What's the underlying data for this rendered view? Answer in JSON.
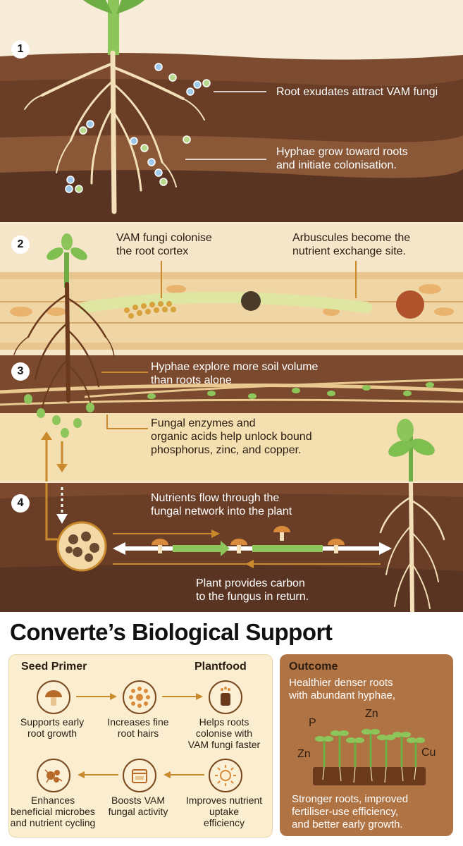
{
  "steps": [
    {
      "number": "1",
      "labels": [
        "Root exudates attract VAM fungi",
        "Hyphae grow toward roots\nand initiate colonisation."
      ]
    },
    {
      "number": "2",
      "labels": [
        "VAM fungi colonise\nthe root cortex",
        "Arbuscules become the\nnutrient exchange site."
      ]
    },
    {
      "number": "3",
      "labels": [
        "Hyphae explore more soil volume\nthan roots alone",
        "Fungal enzymes and\norganic acids help unlock bound\nphosphorus, zinc, and copper."
      ]
    },
    {
      "number": "4",
      "labels": [
        "Nutrients flow through the\nfungal network into the plant",
        "Plant provides carbon\nto the fungus in return."
      ]
    }
  ],
  "support": {
    "title": "Converte’s Biological Support",
    "headers": {
      "seed_primer": "Seed Primer",
      "plantfood": "Plantfood",
      "outcome": "Outcome"
    },
    "items": [
      {
        "icon": "mushroom-icon",
        "caption": "Supports early\nroot growth"
      },
      {
        "icon": "root-hairs-icon",
        "caption": "Increases fine\nroot hairs"
      },
      {
        "icon": "fungi-bag-icon",
        "caption": "Helps roots\ncolonise with\nVAM fungi faster"
      },
      {
        "icon": "microbes-icon",
        "caption": "Enhances\nbeneficial microbes\nand nutrient cycling"
      },
      {
        "icon": "activity-box-icon",
        "caption": "Boosts VAM\nfungal activity"
      },
      {
        "icon": "sun-uptake-icon",
        "caption": "Improves nutrient\nuptake\nefficiency"
      }
    ],
    "outcome": {
      "top_text": "Healthier denser roots\nwith abundant hyphae,",
      "elements": [
        "P",
        "Zn",
        "Zn",
        "Cu"
      ],
      "bottom_text": "Stronger roots, improved\nfertiliser-use efficiency,\nand better early growth."
    }
  },
  "colors": {
    "soil_dark": "#5a3422",
    "soil_mid": "#7b4a2e",
    "cream": "#f6ead2",
    "arrow_orange": "#c98a2e",
    "outcome_brown": "#b07344"
  }
}
